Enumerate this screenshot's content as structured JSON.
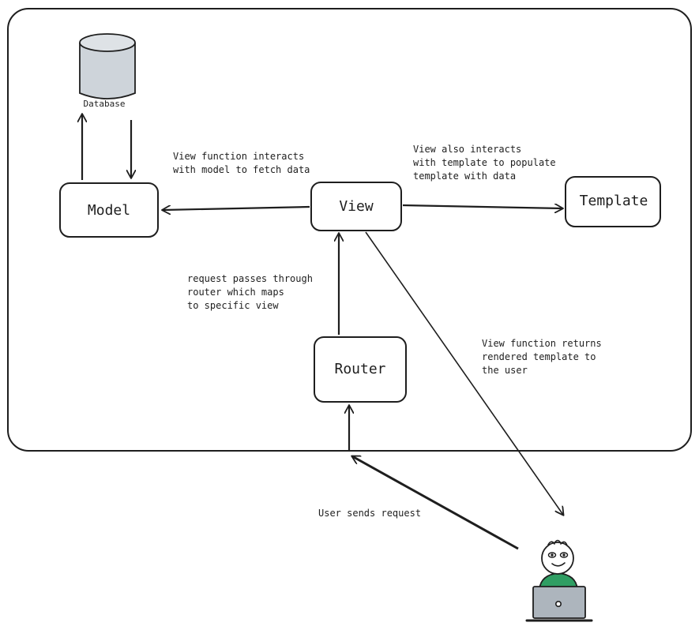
{
  "nodes": {
    "database": "Database",
    "model": "Model",
    "view": "View",
    "template": "Template",
    "router": "Router"
  },
  "notes": {
    "model_interaction": [
      "View function interacts",
      "with model to fetch data"
    ],
    "template_interaction": [
      "View also interacts",
      "with template to populate",
      "template with data"
    ],
    "router_mapping": [
      "request passes through",
      "router which maps",
      "to specific view"
    ],
    "view_returns": [
      "View function returns",
      "rendered template to",
      "the user"
    ],
    "user_request": [
      "User sends request"
    ]
  },
  "colors": {
    "stroke": "#1e1e1e",
    "database_fill": "#ced4da",
    "user_shirt": "#2f9e63",
    "laptop_fill": "#adb5bd"
  }
}
